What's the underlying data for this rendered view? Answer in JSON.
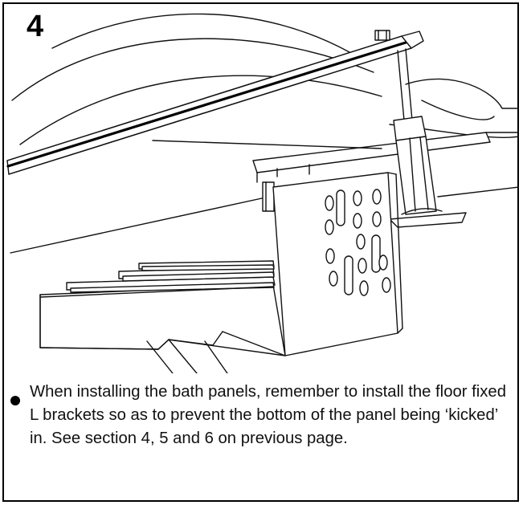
{
  "step": {
    "number": "4"
  },
  "note": {
    "text": "When installing the bath panels, remember to install the floor fixed L brackets so as to prevent the bottom of the panel being ‘kicked’ in. See section 4, 5 and 6 on previous page."
  },
  "icons": {
    "bullet": "bullet-dot"
  }
}
